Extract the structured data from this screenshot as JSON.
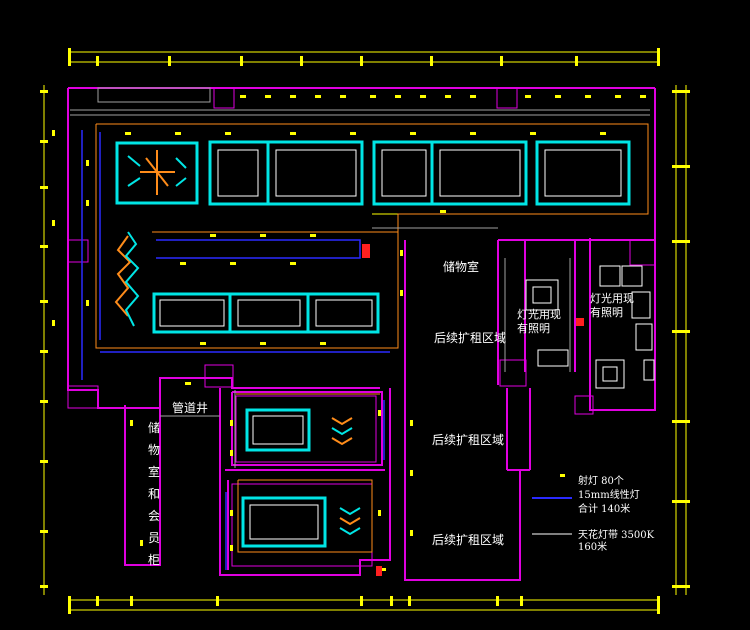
{
  "rooms": {
    "storage": "储物室",
    "future_1": "后续扩租区域",
    "future_2": "后续扩租区域",
    "future_3": "后续扩租区域",
    "lighting_a": "灯光用现有照明",
    "lighting_b": "灯光用现有照明",
    "pipe_well": "管道井",
    "storage_member": "储物室和会员柜"
  },
  "legend": {
    "spotlight": "射灯  80个",
    "linear_1": "15mm线性灯",
    "linear_2": "合计 140米",
    "ceiling_1": "天花灯带 3500K",
    "ceiling_2": "160米"
  },
  "colors": {
    "wall": "#e000e0",
    "fixture": "#00e5e5",
    "dim": "#ffff00",
    "orange": "#ff8c1a",
    "blue": "#2a2aff",
    "gray": "#a0a0a0",
    "red": "#ff2020",
    "white": "#ffffff"
  }
}
